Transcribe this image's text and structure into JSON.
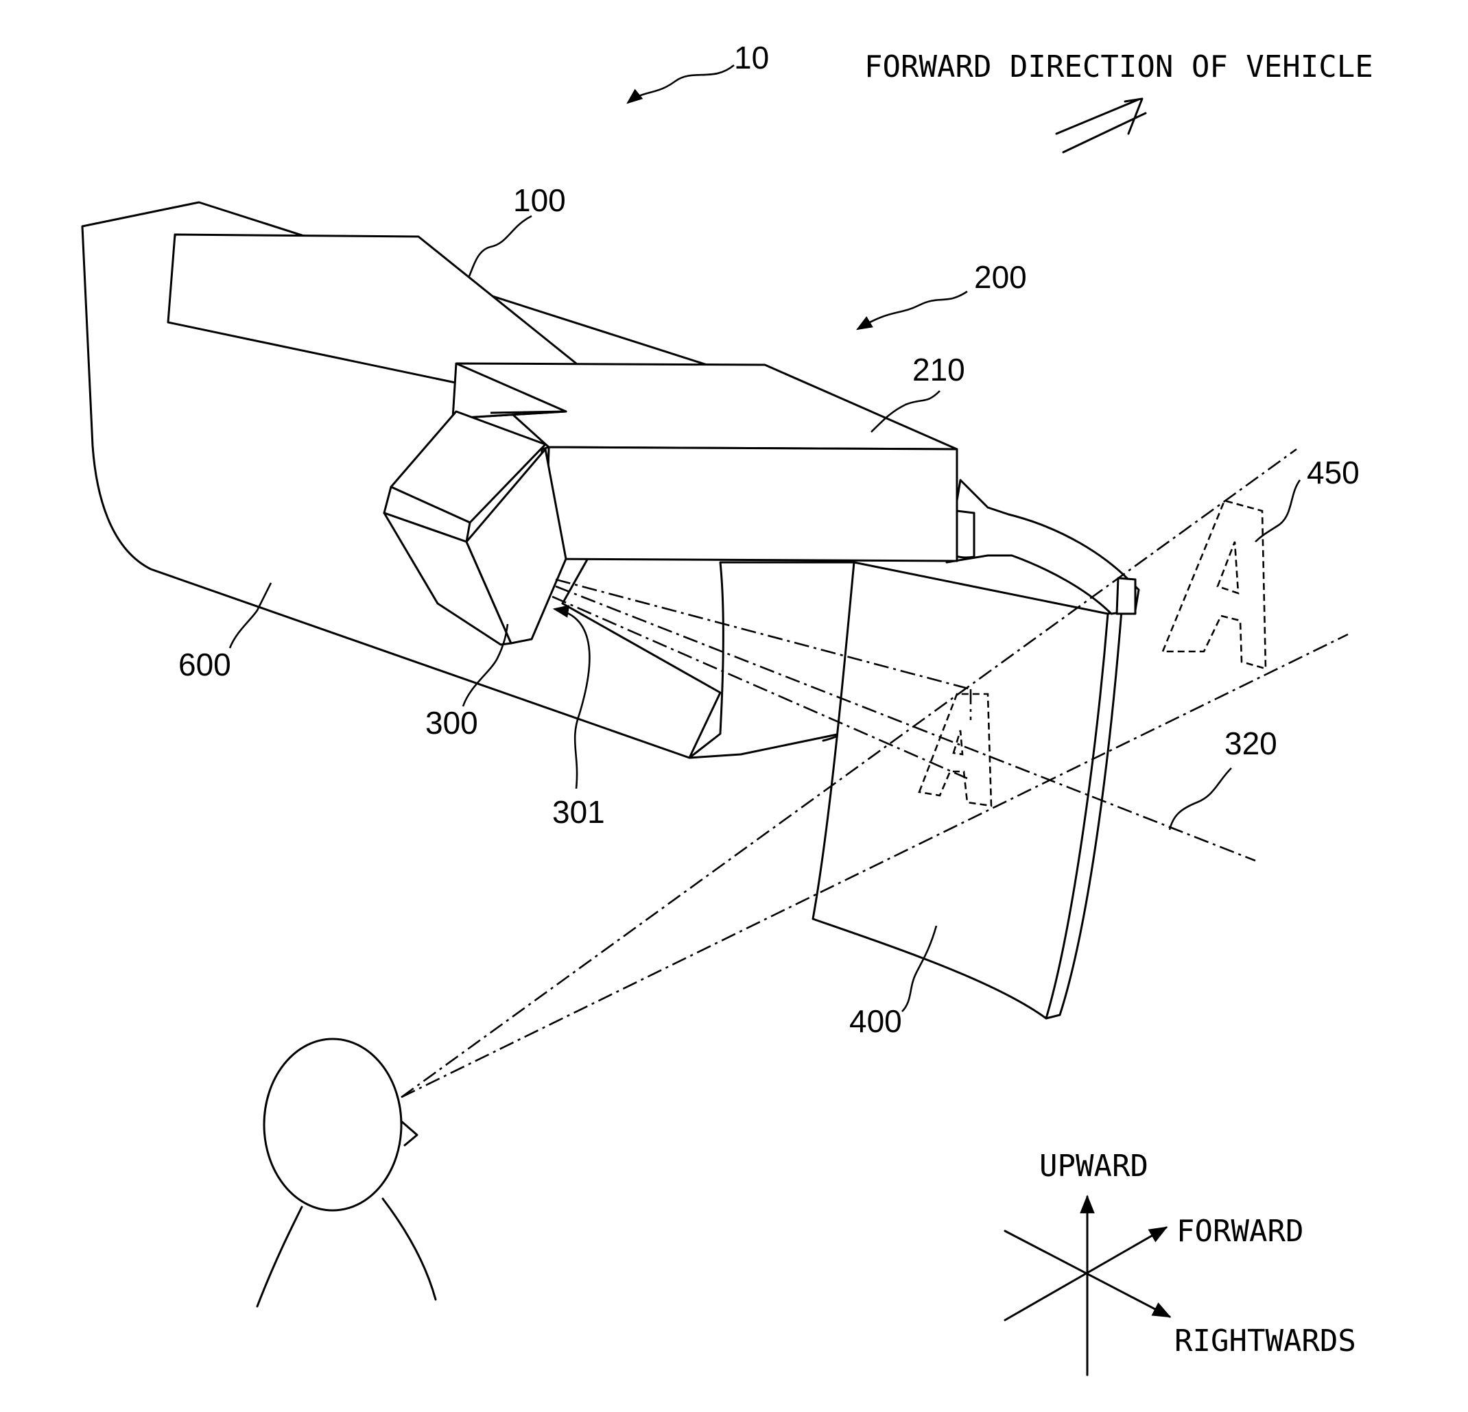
{
  "labels": {
    "device": "10",
    "forward_direction": "FORWARD DIRECTION OF VEHICLE",
    "part_100": "100",
    "part_200": "200",
    "part_210": "210",
    "part_300": "300",
    "part_301": "301",
    "part_320": "320",
    "part_400": "400",
    "part_450": "450",
    "part_600": "600",
    "virtual_image_glyph": "A"
  },
  "axes": {
    "upward": "UPWARD",
    "forward": "FORWARD",
    "rightwards": "RIGHTWARDS"
  }
}
